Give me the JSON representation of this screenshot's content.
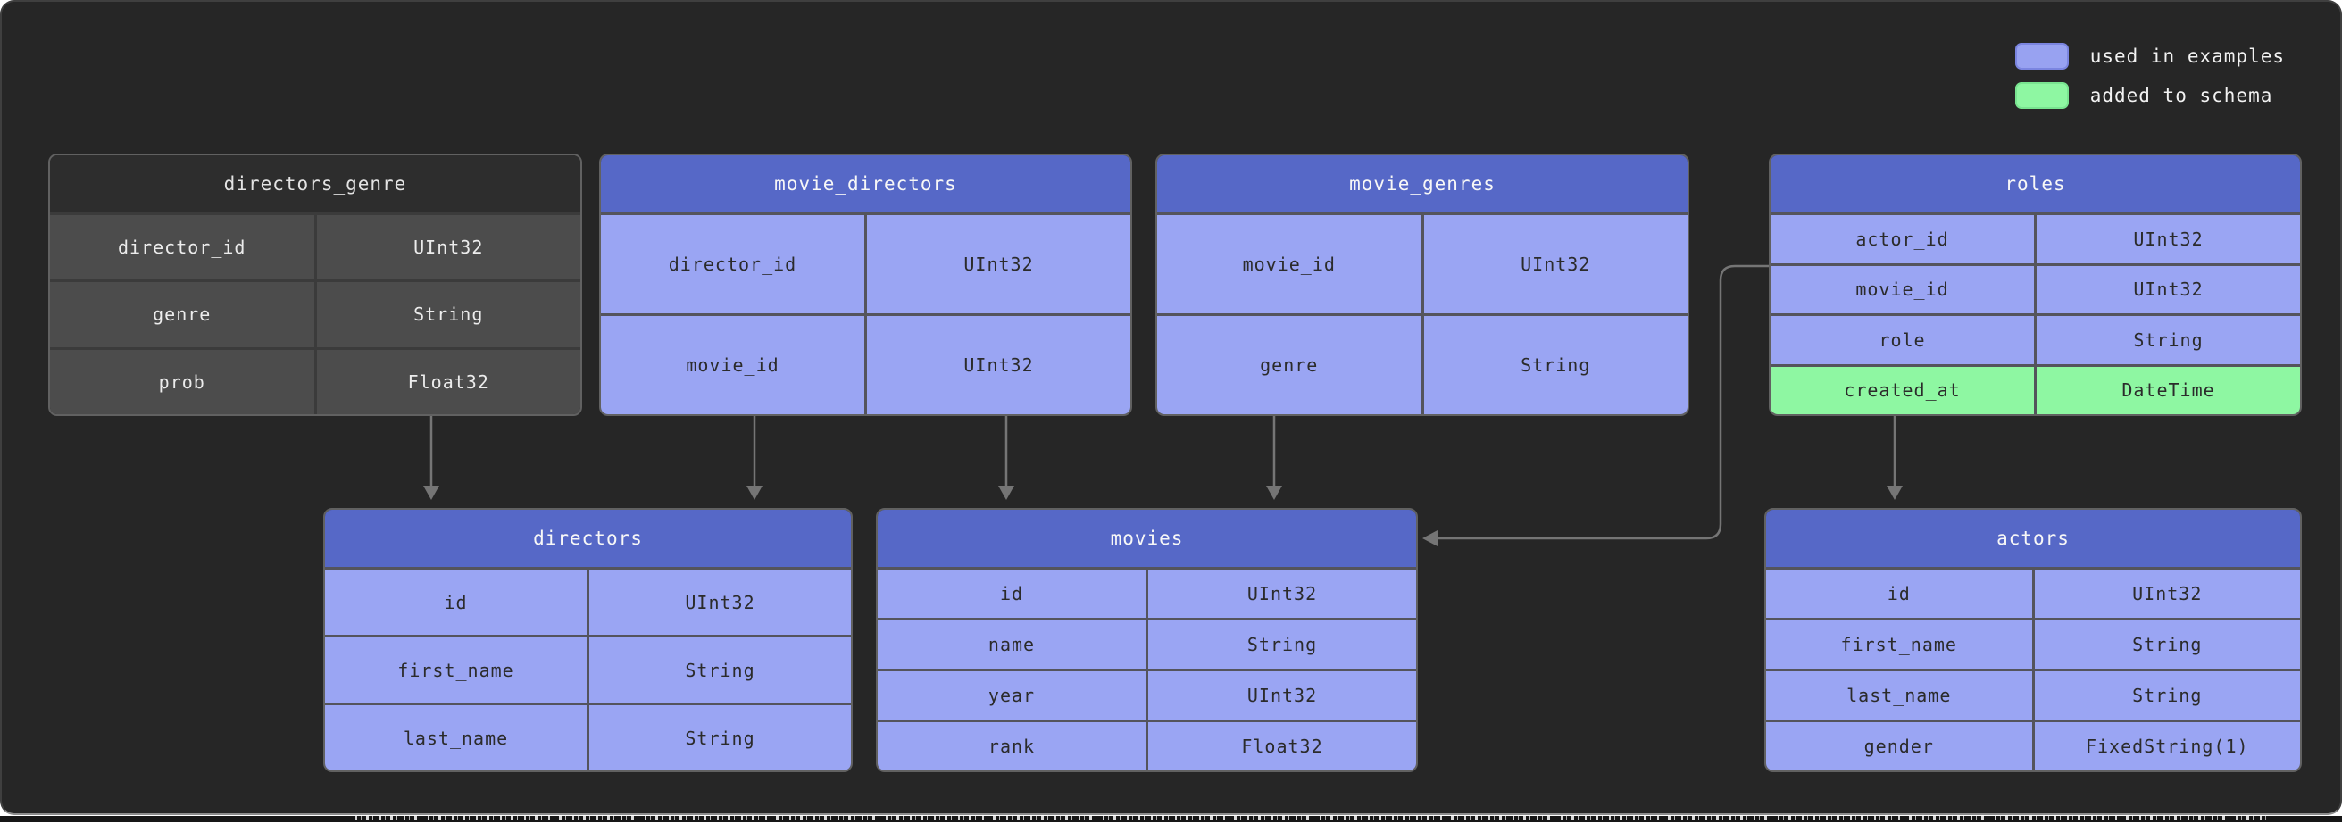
{
  "legend": {
    "items": [
      {
        "id": "used-in-examples",
        "label": "used in examples",
        "color": "#98a2f1",
        "border": "#7b85e0"
      },
      {
        "id": "added-to-schema",
        "label": "added to schema",
        "color": "#8ef7a2",
        "border": "#79e490"
      }
    ]
  },
  "colors": {
    "canvas_background": "#262626",
    "blue_header": "#5668c7",
    "blue_row": "#9aa5f3",
    "green_row": "#8ef7a2",
    "gray_header": "#2d2d2d",
    "gray_row": "#4c4c4c",
    "arrow": "#757575"
  },
  "tables": [
    {
      "id": "directors_genre",
      "title": "directors_genre",
      "variant": "gray",
      "rows": [
        {
          "field": "director_id",
          "type": "UInt32"
        },
        {
          "field": "genre",
          "type": "String"
        },
        {
          "field": "prob",
          "type": "Float32"
        }
      ]
    },
    {
      "id": "movie_directors",
      "title": "movie_directors",
      "variant": "blue",
      "rows": [
        {
          "field": "director_id",
          "type": "UInt32"
        },
        {
          "field": "movie_id",
          "type": "UInt32"
        }
      ]
    },
    {
      "id": "movie_genres",
      "title": "movie_genres",
      "variant": "blue",
      "rows": [
        {
          "field": "movie_id",
          "type": "UInt32"
        },
        {
          "field": "genre",
          "type": "String"
        }
      ]
    },
    {
      "id": "roles",
      "title": "roles",
      "variant": "blue",
      "rows": [
        {
          "field": "actor_id",
          "type": "UInt32"
        },
        {
          "field": "movie_id",
          "type": "UInt32"
        },
        {
          "field": "role",
          "type": "String"
        },
        {
          "field": "created_at",
          "type": "DateTime",
          "status": "added"
        }
      ]
    },
    {
      "id": "directors",
      "title": "directors",
      "variant": "blue",
      "rows": [
        {
          "field": "id",
          "type": "UInt32"
        },
        {
          "field": "first_name",
          "type": "String"
        },
        {
          "field": "last_name",
          "type": "String"
        }
      ]
    },
    {
      "id": "movies",
      "title": "movies",
      "variant": "blue",
      "rows": [
        {
          "field": "id",
          "type": "UInt32"
        },
        {
          "field": "name",
          "type": "String"
        },
        {
          "field": "year",
          "type": "UInt32"
        },
        {
          "field": "rank",
          "type": "Float32"
        }
      ]
    },
    {
      "id": "actors",
      "title": "actors",
      "variant": "blue",
      "rows": [
        {
          "field": "id",
          "type": "UInt32"
        },
        {
          "field": "first_name",
          "type": "String"
        },
        {
          "field": "last_name",
          "type": "String"
        },
        {
          "field": "gender",
          "type": "FixedString(1)"
        }
      ]
    }
  ],
  "connections": [
    {
      "from": "directors_genre",
      "to": "directors"
    },
    {
      "from": "movie_directors",
      "to": "directors"
    },
    {
      "from": "movie_directors",
      "to": "movies"
    },
    {
      "from": "movie_genres",
      "to": "movies"
    },
    {
      "from": "roles",
      "to": "movies"
    },
    {
      "from": "roles",
      "to": "actors"
    }
  ]
}
